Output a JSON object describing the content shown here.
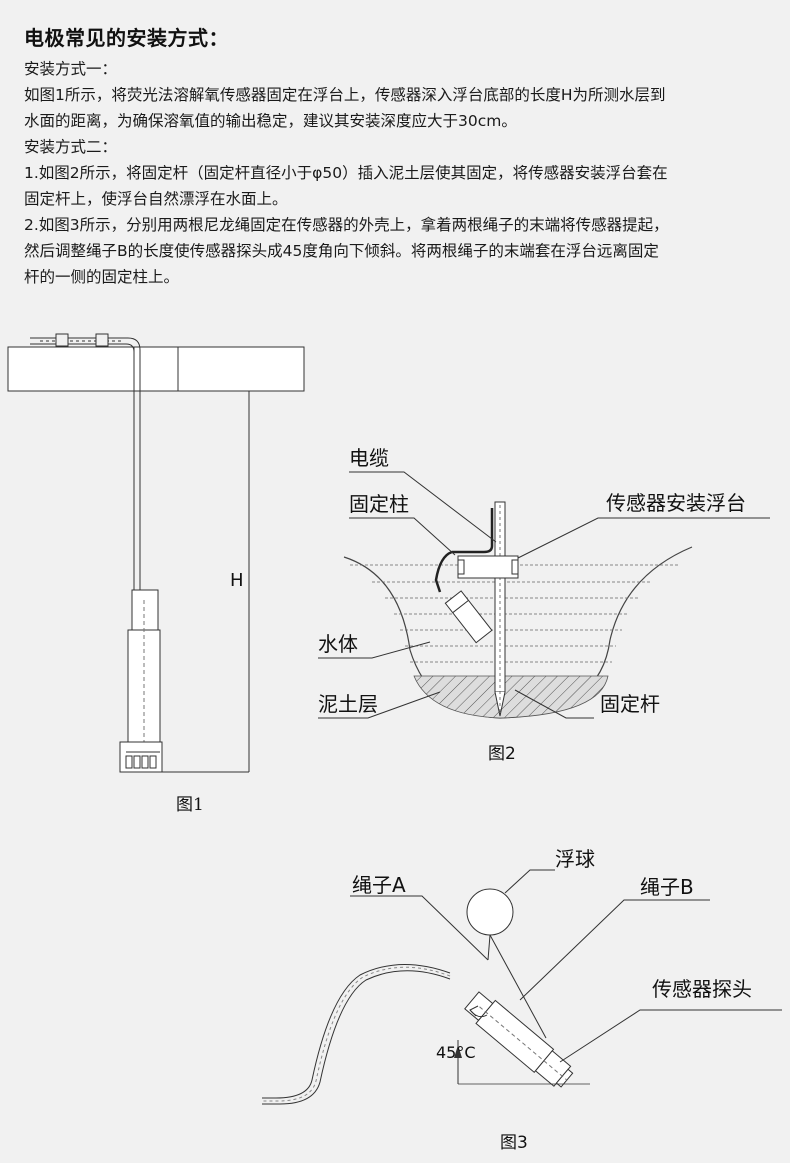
{
  "title": "电极常见的安装方式：",
  "method1": {
    "heading": "安装方式一：",
    "line1": "如图1所示，将荧光法溶解氧传感器固定在浮台上，传感器深入浮台底部的长度H为所测水层到",
    "line2": "水面的距离，为确保溶氧值的输出稳定，建议其安装深度应大于30cm。"
  },
  "method2": {
    "heading": "安装方式二：",
    "step1_line1": "1.如图2所示，将固定杆（固定杆直径小于φ50）插入泥土层使其固定，将传感器安装浮台套在",
    "step1_line2": "固定杆上，使浮台自然漂浮在水面上。",
    "step2_line1": "2.如图3所示，分别用两根尼龙绳固定在传感器的外壳上，拿着两根绳子的末端将传感器提起，",
    "step2_line2": "然后调整绳子B的长度使传感器探头成45度角向下倾斜。将两根绳子的末端套在浮台远离固定",
    "step2_line3": "杆的一侧的固定柱上。"
  },
  "fig1": {
    "caption": "图1",
    "dimension": "H"
  },
  "fig2": {
    "caption": "图2",
    "labels": {
      "cable": "电缆",
      "fixed_post": "固定柱",
      "float_platform": "传感器安装浮台",
      "water": "水体",
      "mud": "泥土层",
      "fixed_rod": "固定杆"
    }
  },
  "fig3": {
    "caption": "图3",
    "labels": {
      "float_ball": "浮球",
      "rope_a": "绳子A",
      "rope_b": "绳子B",
      "probe": "传感器探头",
      "angle": "45°C"
    }
  }
}
